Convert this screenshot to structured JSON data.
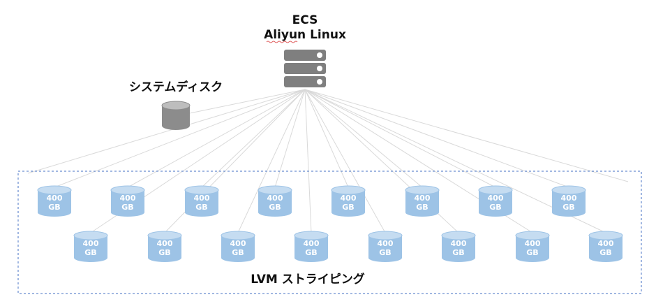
{
  "server": {
    "title": "ECS",
    "subtitle": "Aliyun Linux",
    "icon": "server-rack-icon"
  },
  "system_disk": {
    "label": "システムディスク",
    "icon": "disk-cylinder-icon"
  },
  "data_disks": {
    "row1": [
      {
        "size": "400",
        "unit": "GB"
      },
      {
        "size": "400",
        "unit": "GB"
      },
      {
        "size": "400",
        "unit": "GB"
      },
      {
        "size": "400",
        "unit": "GB"
      },
      {
        "size": "400",
        "unit": "GB"
      },
      {
        "size": "400",
        "unit": "GB"
      },
      {
        "size": "400",
        "unit": "GB"
      },
      {
        "size": "400",
        "unit": "GB"
      }
    ],
    "row2": [
      {
        "size": "400",
        "unit": "GB"
      },
      {
        "size": "400",
        "unit": "GB"
      },
      {
        "size": "400",
        "unit": "GB"
      },
      {
        "size": "400",
        "unit": "GB"
      },
      {
        "size": "400",
        "unit": "GB"
      },
      {
        "size": "400",
        "unit": "GB"
      },
      {
        "size": "400",
        "unit": "GB"
      },
      {
        "size": "400",
        "unit": "GB"
      }
    ]
  },
  "group_label": "LVM ストライピング",
  "colors": {
    "disk_fill": "#9dc3e6",
    "disk_top": "#c5dcf1",
    "system_disk_fill": "#8c8c8c",
    "system_disk_top": "#bdbdbd",
    "server_fill": "#7f7f7f",
    "connector": "#d9d9d9",
    "group_border": "#4472c4",
    "underline": "#e06060"
  }
}
